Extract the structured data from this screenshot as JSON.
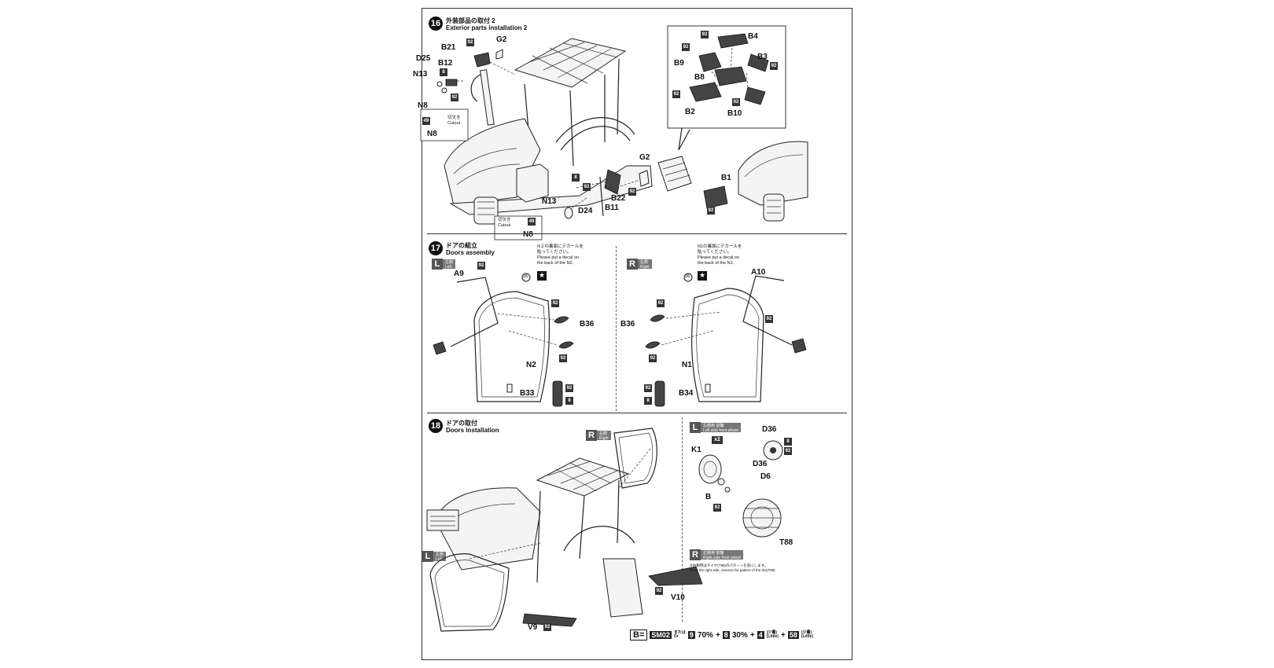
{
  "steps": {
    "s16": {
      "num": "16",
      "title_jp": "外装部品の取付 2",
      "title_en": "Exterior parts installation 2",
      "labels": {
        "b21": "B21",
        "g2a": "G2",
        "d25": "D25",
        "b12": "B12",
        "n13a": "N13",
        "n8a": "N8",
        "n8b": "N8",
        "cutout_jp1": "切欠き",
        "cutout_en1": "Cutout",
        "b4": "B4",
        "b9": "B9",
        "b3": "B3",
        "b8": "B8",
        "b2": "B2",
        "b10": "B10",
        "b1": "B1",
        "g2b": "G2",
        "b22": "B22",
        "b11": "B11",
        "d24": "D24",
        "n13b": "N13",
        "n8c": "N8",
        "cutout_jp2": "切欠き",
        "cutout_en2": "Cutout"
      },
      "paint": {
        "p92": "92",
        "p8": "8",
        "p49": "49"
      }
    },
    "s17": {
      "num": "17",
      "title_jp": "ドアの組立",
      "title_en": "Doors assembly",
      "left_tag": {
        "big": "L",
        "jp": "左側",
        "en": "Left"
      },
      "right_tag": {
        "big": "R",
        "jp": "右側",
        "en": "Right"
      },
      "note_left": "N２の裏面にデカールを\n貼ってください。\nPlease put a decal on\nthe back of the N2.",
      "note_right": "N1の裏面にデカールを\n貼ってください。\nPlease put a decal on\nthe back of the N1.",
      "labels": {
        "a9": "A9",
        "b36l": "B36",
        "n2": "N2",
        "b33": "B33",
        "a10": "A10",
        "b36r": "B36",
        "n1": "N1",
        "b34": "B34",
        "decal": "26",
        "star": "★"
      }
    },
    "s18": {
      "num": "18",
      "title_jp": "ドアの取付",
      "title_en": "Doors installation",
      "r_tag": {
        "big": "R",
        "jp": "右側",
        "en": "Right"
      },
      "l_tag": {
        "big": "L",
        "jp": "左側",
        "en": "Left"
      },
      "lf_tag": {
        "big": "L",
        "jp": "左側用 前輪",
        "en": "Left side front wheel"
      },
      "rf_tag": {
        "big": "R",
        "jp": "右側用 前輪",
        "en": "Right side front wheel"
      },
      "x2": "x2",
      "rf_note": "※右側用はタイヤ(T88)のパターンを逆にします。\n※For the right side, reverse the pattern of the tire(T88)",
      "labels": {
        "d36a": "D36",
        "k1": "K1",
        "d36b": "D36",
        "d6": "D6",
        "b": "B",
        "t88": "T88",
        "v10": "V10",
        "v9": "V9"
      }
    }
  },
  "formula": {
    "b": "B",
    "eq": "=",
    "sm02": "SM02",
    "or_jp": "または",
    "or_en": "Or",
    "n9": "9",
    "p70": "70%",
    "plus": "+",
    "n8": "8",
    "p30": "30%",
    "n4": "4",
    "n4_sub": "(少量)\n(Little)",
    "n58": "58",
    "n58_sub": "(少量)\n(Little)"
  }
}
